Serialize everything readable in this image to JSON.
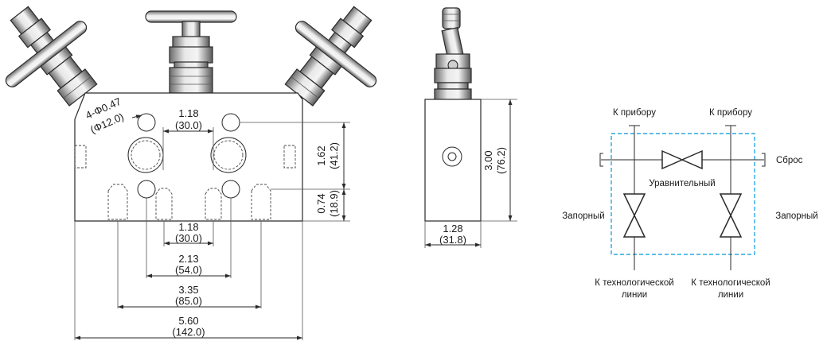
{
  "front_view": {
    "hole_note_line1": "4-Φ0.47",
    "hole_note_line2": "(Φ12.0)",
    "dim_top_inch": "1.18",
    "dim_top_mm": "(30.0)",
    "dim_right_upper_inch": "1.62",
    "dim_right_upper_mm": "(41.2)",
    "dim_right_lower_inch": "0.74",
    "dim_right_lower_mm": "(18.9)",
    "dim_bottom_1_inch": "1.18",
    "dim_bottom_1_mm": "(30.0)",
    "dim_bottom_2_inch": "2.13",
    "dim_bottom_2_mm": "(54.0)",
    "dim_bottom_3_inch": "3.35",
    "dim_bottom_3_mm": "(85.0)",
    "dim_bottom_4_inch": "5.60",
    "dim_bottom_4_mm": "(142.0)"
  },
  "side_view": {
    "dim_height_inch": "3.00",
    "dim_height_mm": "(76.2)",
    "dim_width_inch": "1.28",
    "dim_width_mm": "(31.8)"
  },
  "schematic": {
    "to_instrument_left": "К прибору",
    "to_instrument_right": "К прибору",
    "vent": "Сброс",
    "equalizing": "Уравнительный",
    "isolation_left": "Запорный",
    "isolation_right": "Запорный",
    "process_left_line1": "К технологической",
    "process_left_line2": "линии",
    "process_right_line1": "К технологической",
    "process_right_line2": "линии",
    "boundary_color": "#2aa7e0"
  }
}
